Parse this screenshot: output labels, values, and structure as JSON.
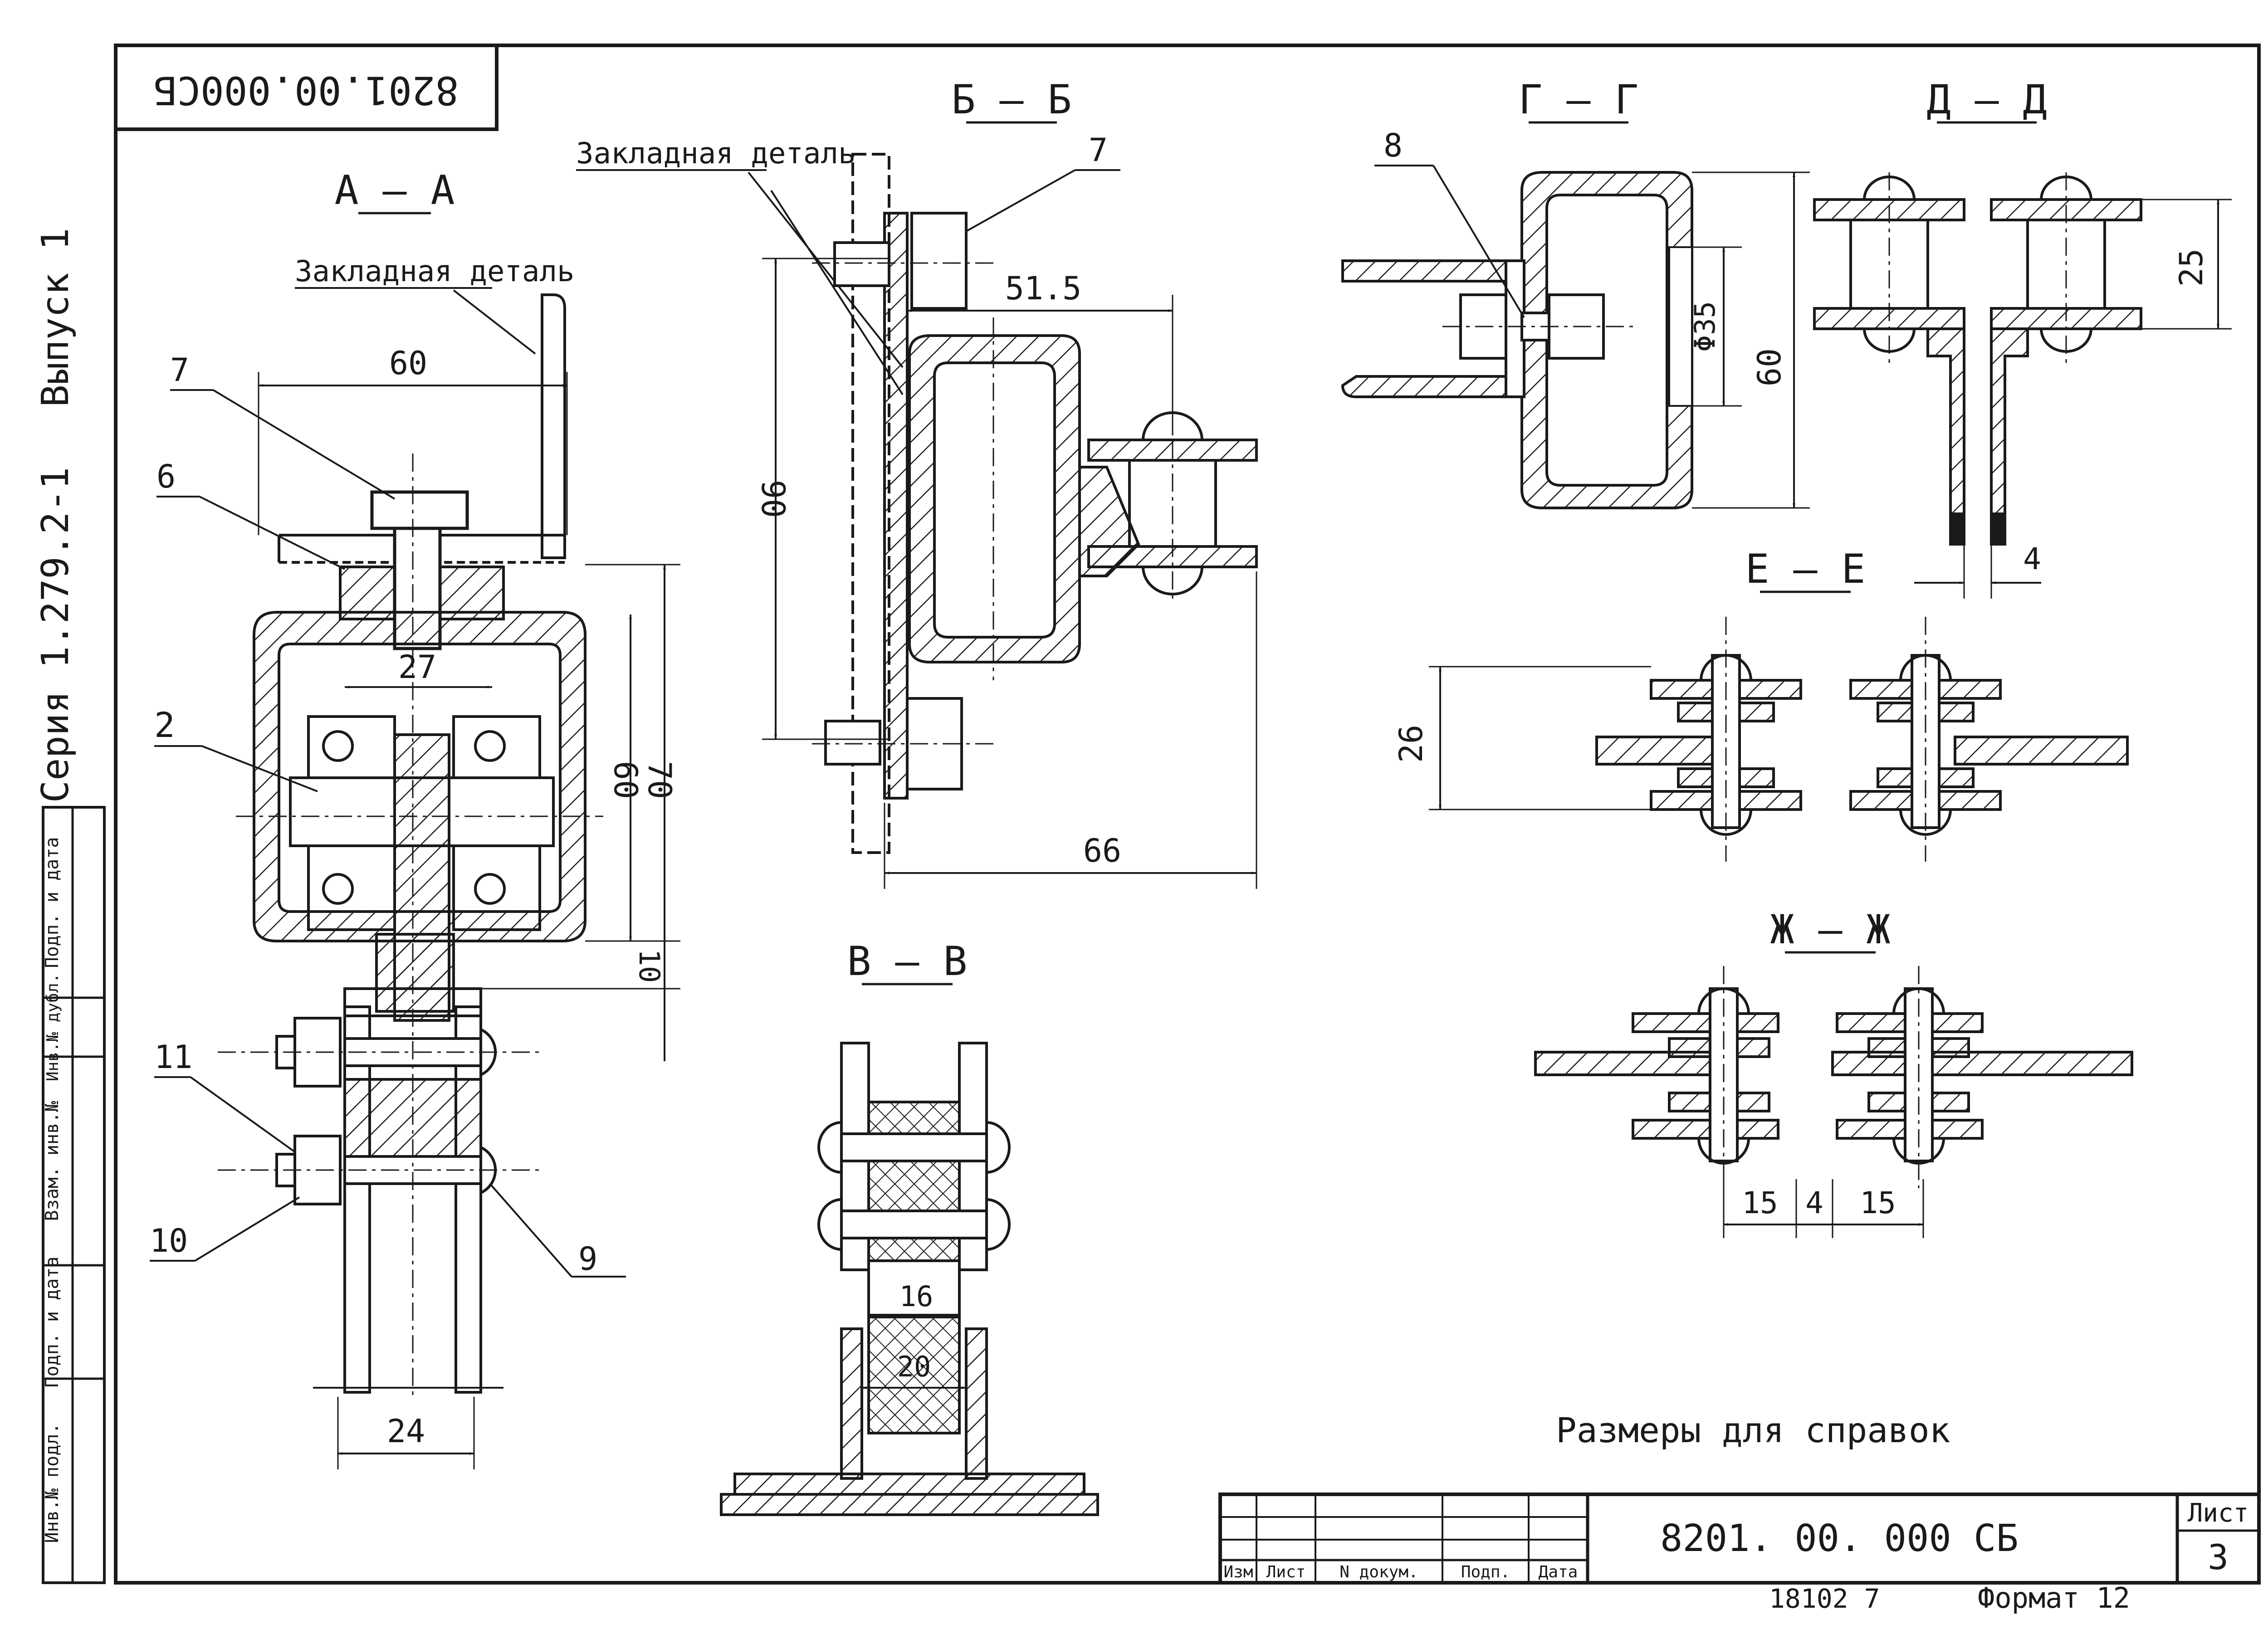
{
  "sheet": {
    "stamp_code_rotated": "8201.00.000СБ",
    "series_label": "Серия 1.279.2-1",
    "issue_label": "Выпуск 1",
    "notes": "Размеры для справок",
    "format_label": "Формат 12",
    "footer_number": "18102 7"
  },
  "side_strip": {
    "cells": [
      "Инв.№ подл.",
      "Подп. и дата",
      "Взам. инв.№",
      "Инв.№ дубл.",
      "Подп. и дата"
    ]
  },
  "title_block": {
    "code": "8201. 00. 000 СБ",
    "sheet_label": "Лист",
    "sheet_number": "3",
    "columns": [
      "Изм",
      "Лист",
      "N докум.",
      "Подп.",
      "Дата"
    ]
  },
  "views": {
    "aa": {
      "title": "А — А",
      "note": "Закладная деталь",
      "callouts": [
        "7",
        "6",
        "2",
        "11",
        "10",
        "9"
      ],
      "dims": [
        "60",
        "27",
        "60",
        "70",
        "10",
        "24"
      ]
    },
    "bb": {
      "title": "Б — Б",
      "note": "Закладная деталь",
      "callouts": [
        "7"
      ],
      "dims": [
        "51.5",
        "90",
        "66"
      ]
    },
    "vv": {
      "title": "В — В",
      "dims": [
        "16",
        "20"
      ]
    },
    "gg": {
      "title": "Г — Г",
      "callouts": [
        "8"
      ],
      "dims": [
        "Φ35",
        "60"
      ]
    },
    "dd": {
      "title": "Д — Д",
      "dims": [
        "25",
        "4"
      ]
    },
    "ee": {
      "title": "Е — Е",
      "dims": [
        "26"
      ]
    },
    "zhzh": {
      "title": "Ж — Ж",
      "dims": [
        "15",
        "4",
        "15"
      ]
    }
  }
}
